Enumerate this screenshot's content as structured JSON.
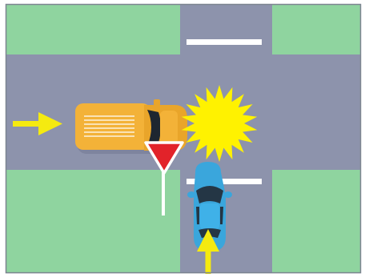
{
  "scene": {
    "type": "traffic-collision-diagram",
    "colors": {
      "grass": "#8fd49f",
      "road": "#8d93ac",
      "lane_marking": "#ffffff",
      "arrow": "#f5ea10",
      "truck_body": "#f3b238",
      "truck_cab": "#e9a52a",
      "car_body": "#3aa6dc",
      "car_window": "#243645",
      "yield_sign_red": "#e2232a",
      "yield_sign_border": "#ffffff",
      "crash_burst": "#fff200",
      "border": "#7c8490"
    },
    "icons": [
      "yellow-truck-icon",
      "blue-car-icon",
      "yield-sign-icon",
      "collision-burst-icon",
      "direction-arrow-icon"
    ],
    "vehicles": [
      {
        "name": "yellow-van",
        "heading": "east"
      },
      {
        "name": "blue-car",
        "heading": "north"
      }
    ],
    "signs": [
      {
        "name": "yield-sign",
        "kind": "yield"
      }
    ]
  }
}
